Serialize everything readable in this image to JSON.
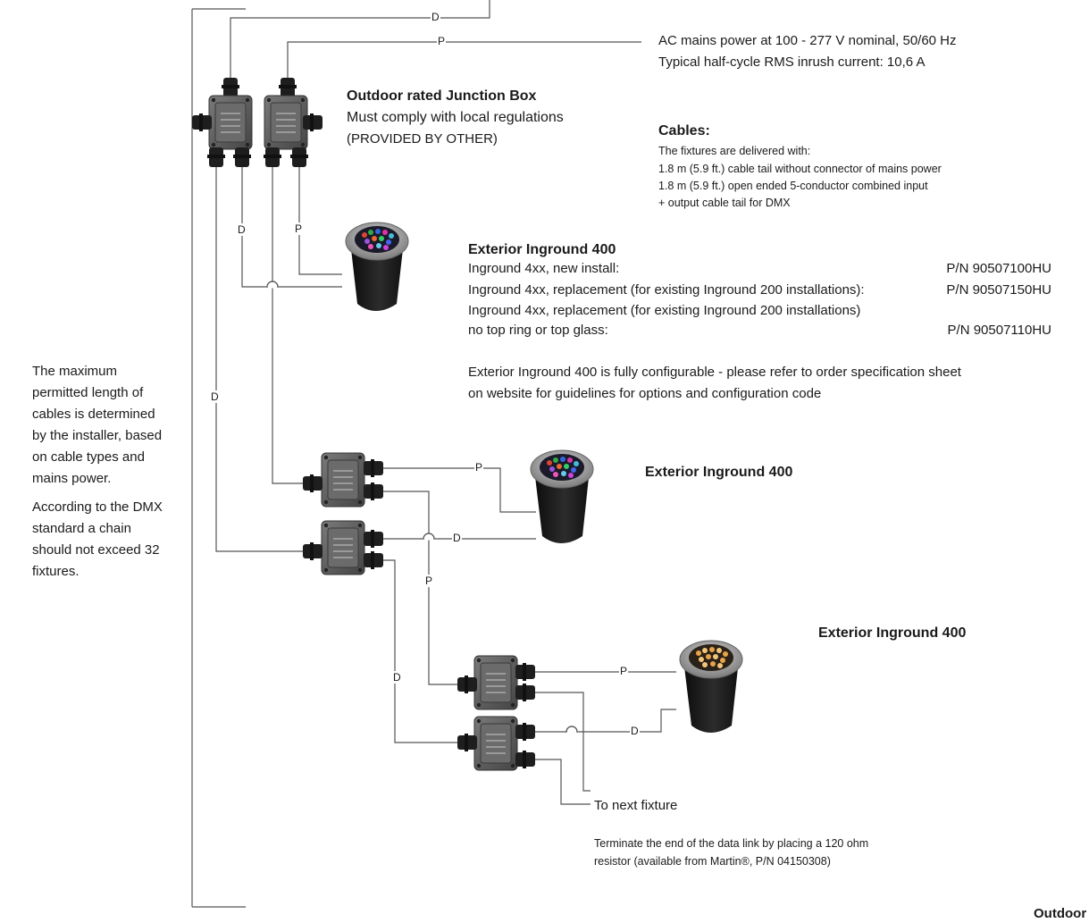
{
  "labels": {
    "data": "D",
    "power": "P"
  },
  "mains": {
    "line1": "AC mains power at 100 - 277 V nominal, 50/60 Hz",
    "line2": "Typical half-cycle RMS inrush current:  10,6 A"
  },
  "junction_box": {
    "title": "Outdoor rated Junction Box",
    "line1": "Must comply with local regulations",
    "line2": "(PROVIDED BY OTHER)"
  },
  "cables": {
    "title": "Cables:",
    "lines": [
      "The fixtures are delivered with:",
      "1.8 m (5.9 ft.) cable tail without connector of mains power",
      "1.8 m (5.9 ft.) open ended 5-conductor combined input",
      "+ output cable tail for DMX"
    ]
  },
  "fixture1": {
    "title": "Exterior Inground 400",
    "items": [
      {
        "label": "Inground 4xx, new install:",
        "pn": "P/N 90507100HU"
      },
      {
        "label": "Inground 4xx, replacement (for existing Inground 200 installations):",
        "pn": "P/N 90507150HU"
      },
      {
        "label": "Inground 4xx, replacement (for existing Inground 200 installations)",
        "pn": ""
      },
      {
        "label": "no top ring or top glass:",
        "pn": "P/N 90507110HU"
      }
    ],
    "note": "Exterior Inground 400 is fully configurable - please refer to order specification sheet\non website for guidelines for options and configuration code"
  },
  "fixture2": {
    "title": "Exterior Inground 400"
  },
  "fixture3": {
    "title": "Exterior Inground 400"
  },
  "side_note": {
    "p1": "The maximum\npermitted length of\ncables is determined\nby the installer, based\non cable types and\nmains power.",
    "p2": "According to the DMX\nstandard a chain\nshould not exceed 32\nfixtures."
  },
  "next": "To next fixture",
  "terminate": "Terminate the end of the data link by placing a 120 ohm\nresistor (available from Martin®, P/N 04150308)",
  "corner": "Outdoor",
  "colors": {
    "line": "#555555",
    "box": "#5a5a5a",
    "fixture_body": "#1b1b1b",
    "ring": "#9a9a9a"
  }
}
